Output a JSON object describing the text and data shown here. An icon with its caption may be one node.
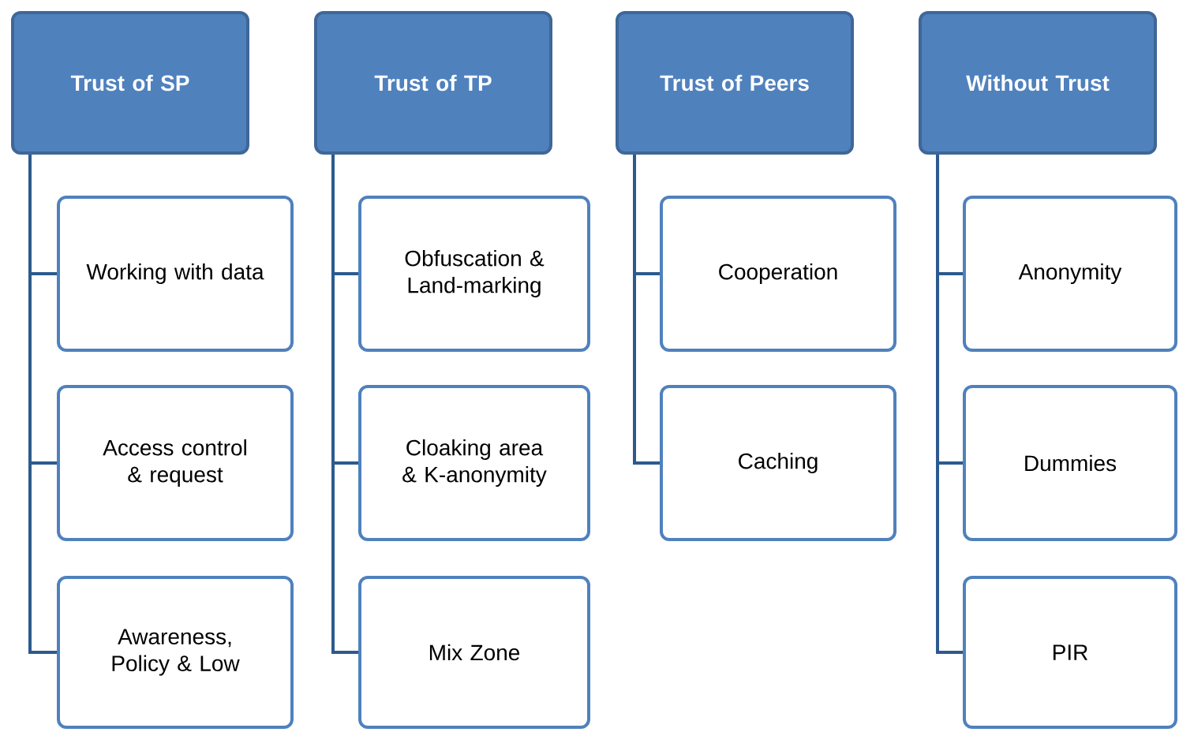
{
  "diagram": {
    "nodes": [
      {
        "text": [
          "Trust of SP"
        ]
      },
      {
        "text": [
          "Working with data"
        ]
      },
      {
        "text": [
          "Access control & request"
        ]
      },
      {
        "text": [
          "Awareness, Policy & Low"
        ]
      },
      {
        "text": [
          "Trust of TP"
        ]
      },
      {
        "text": [
          "Obfuscation & Land-marking"
        ]
      },
      {
        "text": [
          "Cloaking area & K-anonymity"
        ]
      },
      {
        "text": [
          "Mix Zone"
        ]
      },
      {
        "text": [
          "Trust of Peers"
        ]
      },
      {
        "text": [
          "Cooperation"
        ]
      },
      {
        "text": [
          "Caching"
        ]
      },
      {
        "text": [
          "Without Trust"
        ]
      },
      {
        "text": [
          "Anonymity"
        ]
      },
      {
        "text": [
          "Dummies"
        ]
      },
      {
        "text": [
          "PIR"
        ]
      }
    ],
    "edges": [
      {
        "from": 0,
        "to": 1,
        "arrow": "none"
      },
      {
        "from": 0,
        "to": 2,
        "arrow": "none"
      },
      {
        "from": 0,
        "to": 3,
        "arrow": "none"
      },
      {
        "from": 4,
        "to": 5,
        "arrow": "none"
      },
      {
        "from": 4,
        "to": 6,
        "arrow": "none"
      },
      {
        "from": 4,
        "to": 7,
        "arrow": "none"
      },
      {
        "from": 8,
        "to": 9,
        "arrow": "none"
      },
      {
        "from": 8,
        "to": 10,
        "arrow": "none"
      },
      {
        "from": 11,
        "to": 12,
        "arrow": "none"
      },
      {
        "from": 11,
        "to": 13,
        "arrow": "none"
      },
      {
        "from": 11,
        "to": 14,
        "arrow": "none"
      }
    ]
  }
}
